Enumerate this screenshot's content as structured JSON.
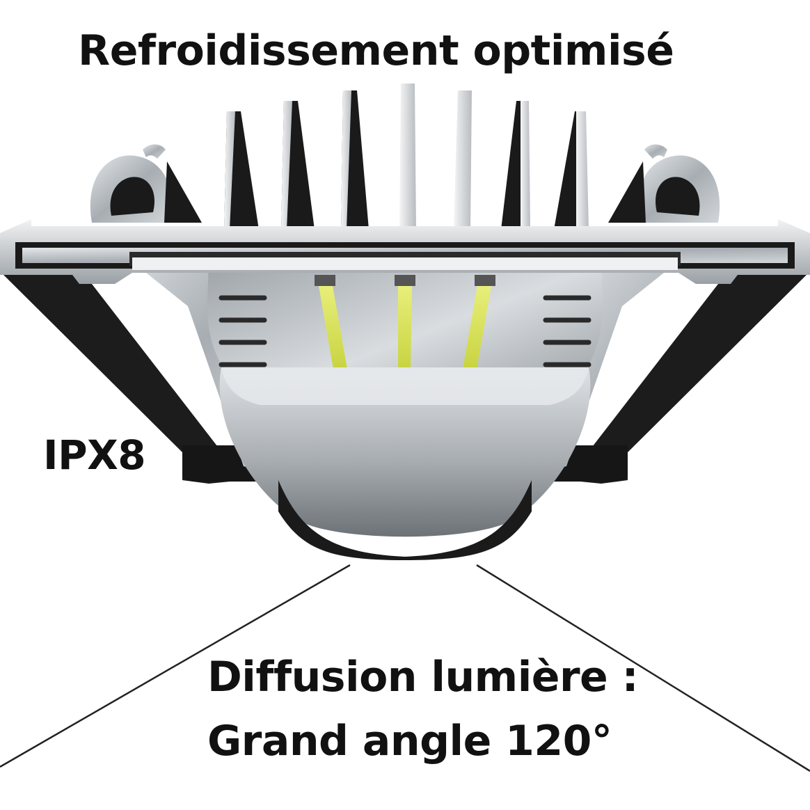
{
  "labels": {
    "title": "Refroidissement optimisé",
    "ingress": "IPX8",
    "diffusion_line1": "Diffusion lumière :",
    "diffusion_line2": "Grand angle 120°"
  },
  "colors": {
    "text": "#111111",
    "housing_dark": "#1c1c1c",
    "aluminium": "#b9bec2",
    "led_strip": "#d8e35a"
  }
}
